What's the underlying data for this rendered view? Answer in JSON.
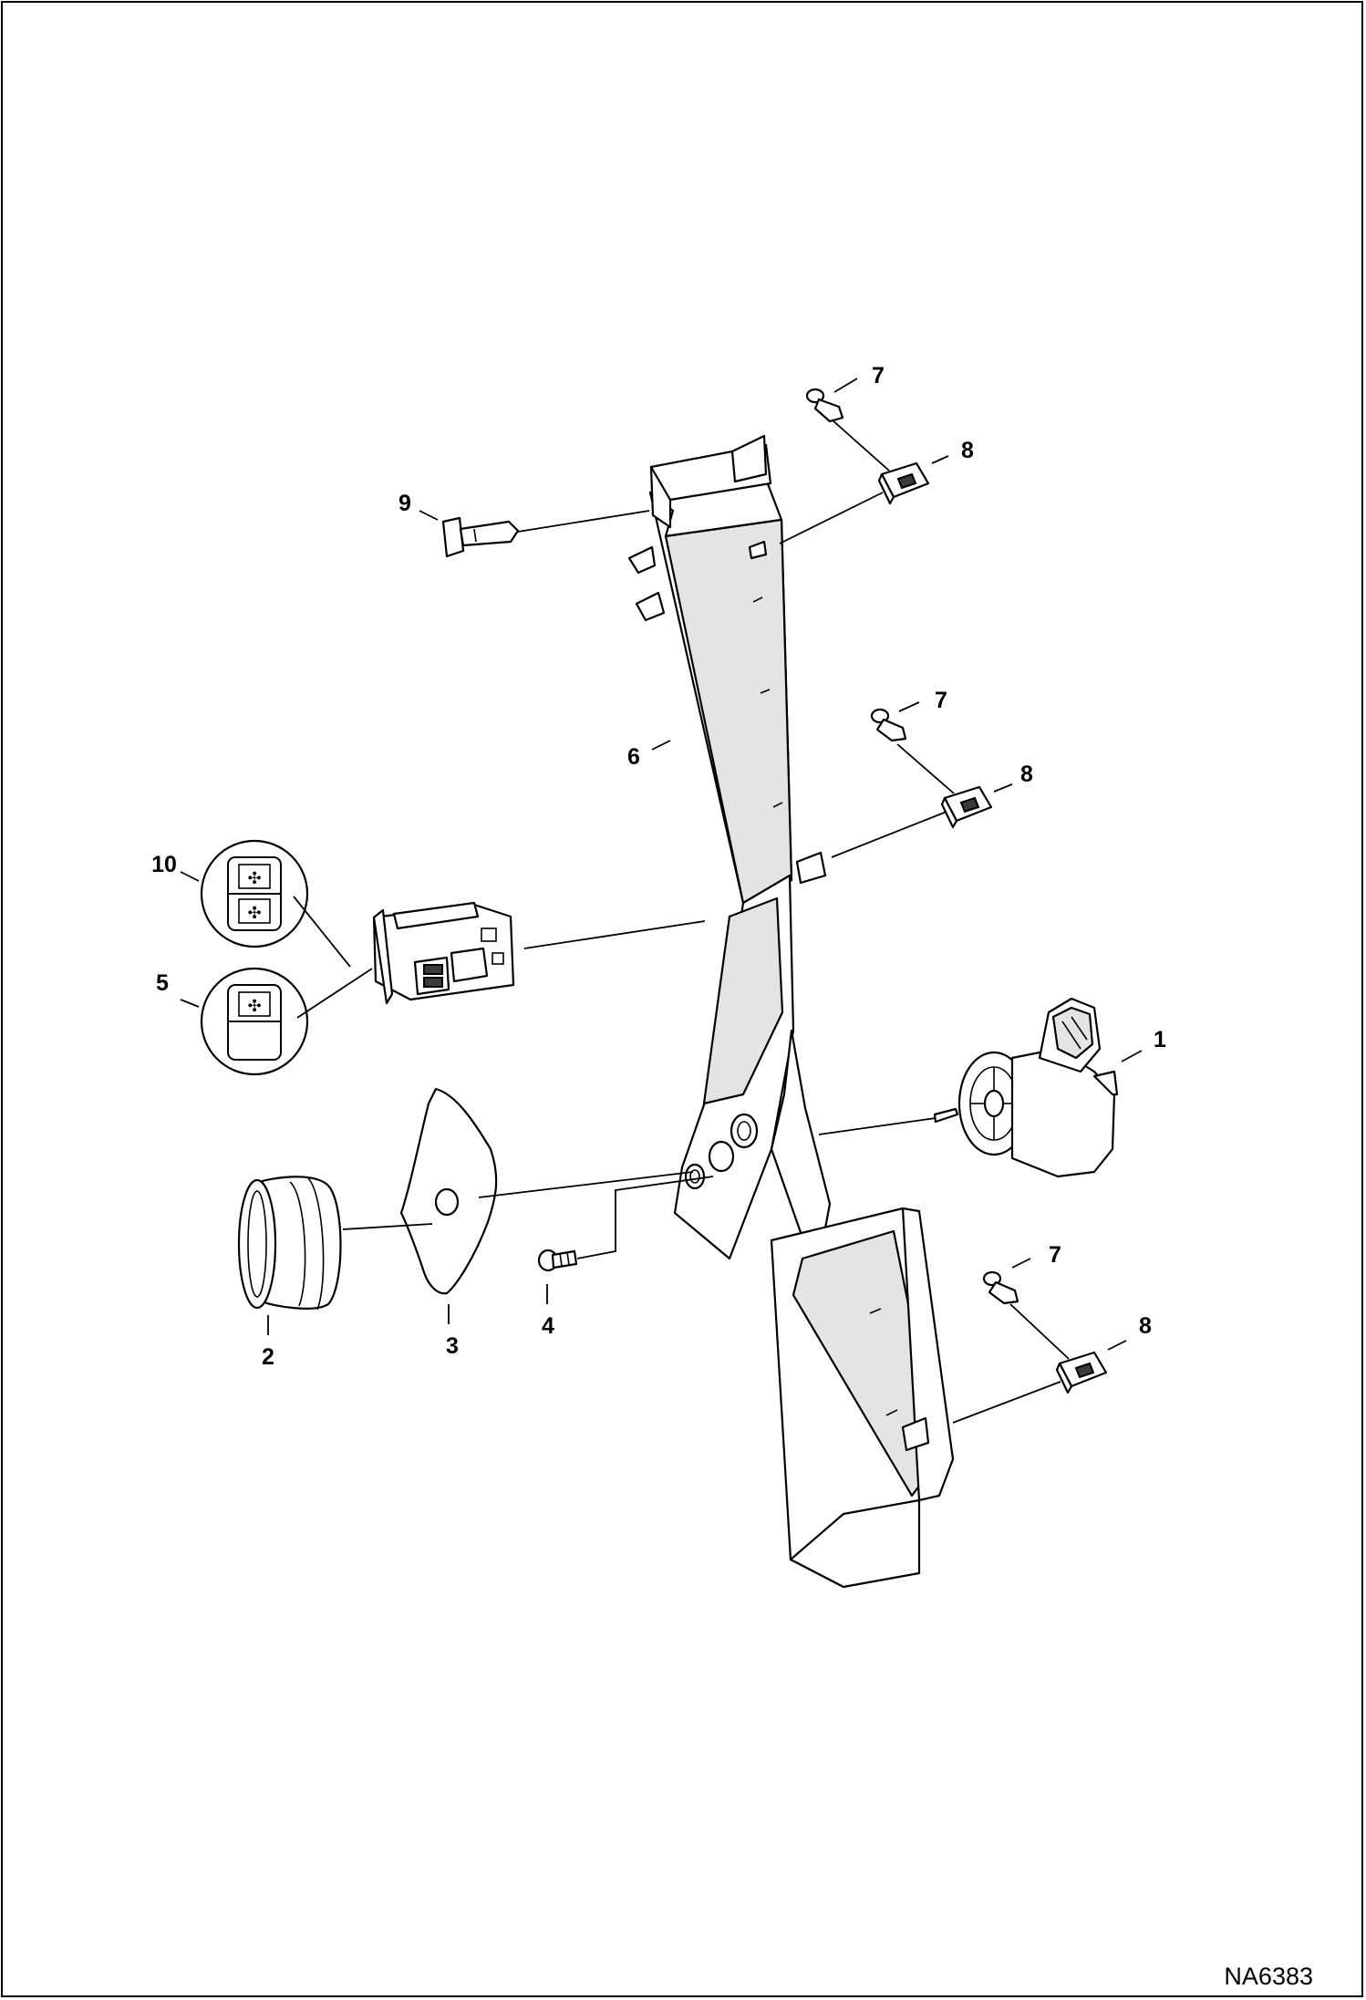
{
  "figure_id": "NA6383",
  "callouts": {
    "c1": "1",
    "c2": "2",
    "c3": "3",
    "c4": "4",
    "c5": "5",
    "c6": "6",
    "c7a": "7",
    "c7b": "7",
    "c7c": "7",
    "c8a": "8",
    "c8b": "8",
    "c8c": "8",
    "c9": "9",
    "c10": "10"
  },
  "icons": {
    "switch_button_icon": "fan-symbol-icon"
  }
}
